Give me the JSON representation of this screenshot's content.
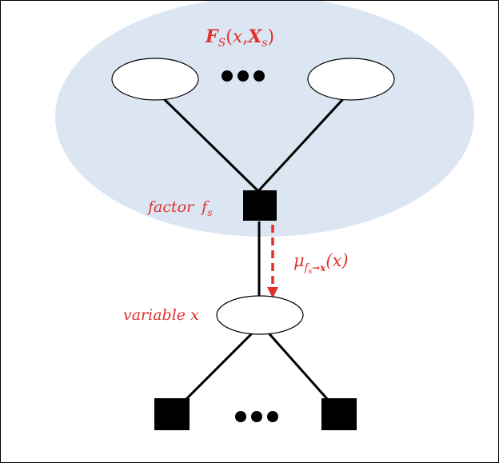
{
  "diagram": {
    "set_label": {
      "main": "F",
      "sub": "S",
      "open": "(",
      "x": "x",
      "comma": ",",
      "X": "X",
      "X_sub": "s",
      "close": ")"
    },
    "factor_label": {
      "text": "factor",
      "f": "f",
      "f_sub": "s"
    },
    "variable_label": "variable x",
    "message_label": {
      "mu": "μ",
      "sub": "f",
      "sub_sub": "s",
      "arrow": "→x",
      "arg": "(x)"
    }
  },
  "colors": {
    "cluster_fill": "#dce6f2",
    "accent_red": "#e0312f",
    "node_black": "#000000"
  }
}
